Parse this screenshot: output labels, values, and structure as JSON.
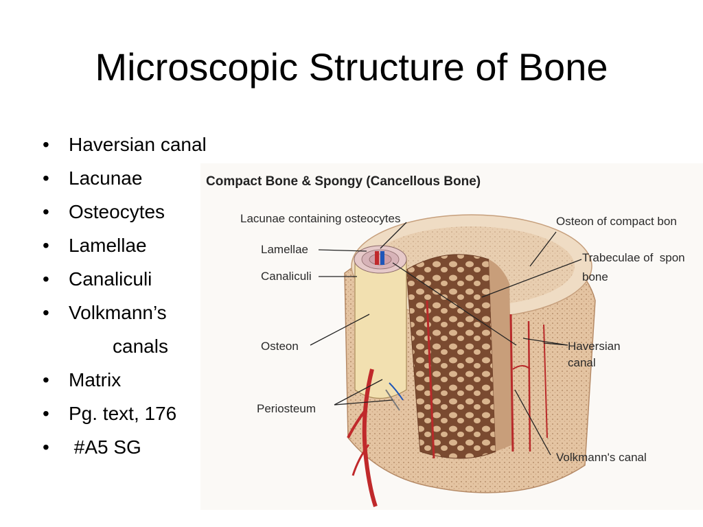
{
  "slide": {
    "title": "Microscopic Structure of Bone",
    "bullets": [
      {
        "text": "Haversian canal",
        "continuation": false
      },
      {
        "text": "Lacunae",
        "continuation": false
      },
      {
        "text": "Osteocytes",
        "continuation": false
      },
      {
        "text": "Lamellae",
        "continuation": false
      },
      {
        "text": "Canaliculi",
        "continuation": false
      },
      {
        "text": "Volkmann’s",
        "continuation": false
      },
      {
        "text": "canals",
        "continuation": true
      },
      {
        "text": "Matrix",
        "continuation": false
      },
      {
        "text": "Pg. text, 176",
        "continuation": false
      },
      {
        "text": " #A5 SG",
        "continuation": false
      }
    ]
  },
  "figure": {
    "title": "Compact Bone & Spongy (Cancellous Bone)",
    "labels": {
      "lacunae": "Lacunae containing osteocytes",
      "lamellae": "Lamellae",
      "canaliculi": "Canaliculi",
      "osteon": "Osteon",
      "periosteum": "Periosteum",
      "osteon_compact": "Osteon of compact bon",
      "trabeculae_1": "Trabeculae of  spon",
      "trabeculae_2": "bone",
      "haversian_1": "Haversian",
      "haversian_2": "canal",
      "volkmann": "Volkmann's canal"
    },
    "colors": {
      "bone_outer": "#e7c7a6",
      "bone_top": "#ecd8c0",
      "spongy": "#9a6a4a",
      "osteon": "#f3e2b4",
      "vessel_red": "#c0292b",
      "vessel_blue": "#1f56b8"
    }
  }
}
